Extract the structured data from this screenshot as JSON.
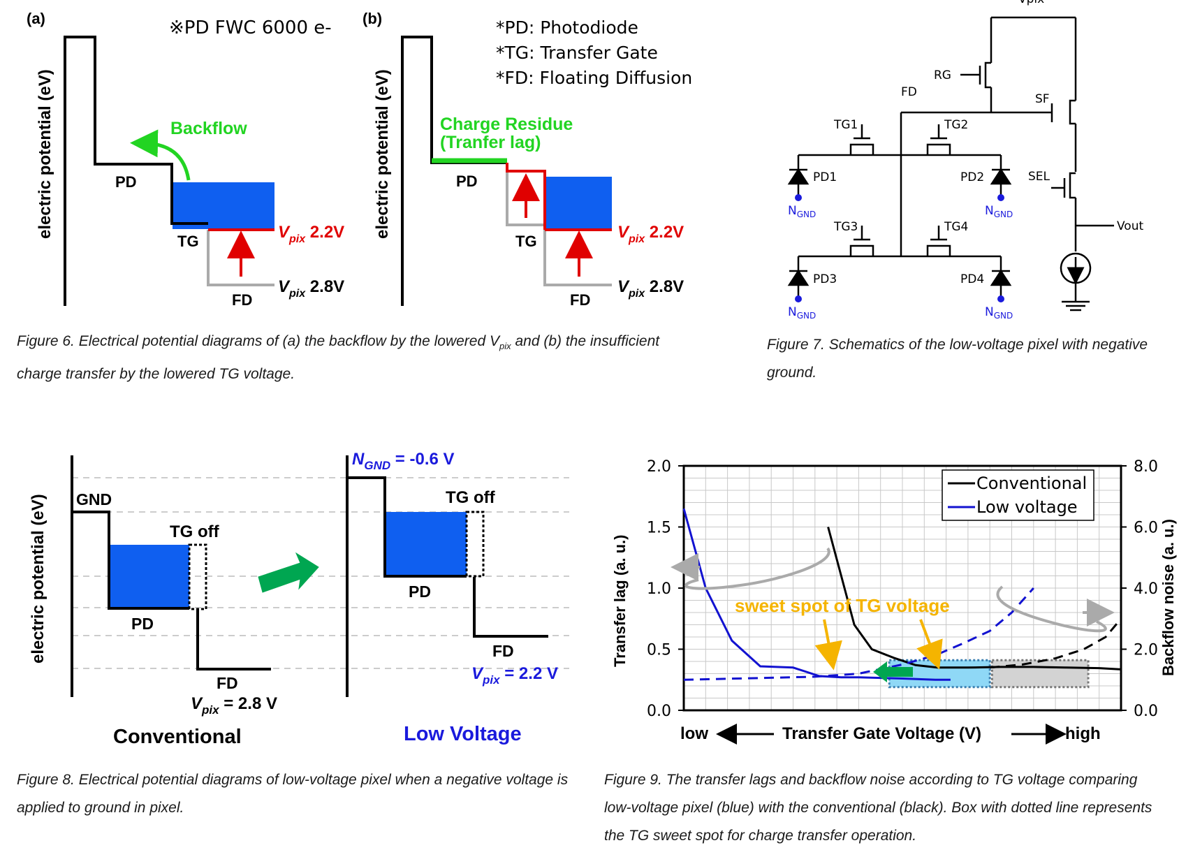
{
  "fig6": {
    "caption_pre": "Figure 6. Electrical potential diagrams of (a) the backflow by the lowered V",
    "caption_sub": "pix",
    "caption_post": " and (b) the insufficient charge transfer by the lowered TG voltage.",
    "panel_a": {
      "tag": "(a)",
      "ylabel": "electric potential (eV)",
      "note": "※PD FWC 6000 e-",
      "backflow": "Backflow",
      "pd": "PD",
      "tg": "TG",
      "fd": "FD",
      "v_low_sym": "V",
      "v_low_sub": "pix",
      "v_low_val": " 2.2V",
      "v_high_sym": "V",
      "v_high_sub": "pix",
      "v_high_val": " 2.8V"
    },
    "panel_b": {
      "tag": "(b)",
      "ylabel": "electric potential (eV)",
      "legend": [
        "*PD: Photodiode",
        "*TG: Transfer Gate",
        "*FD: Floating Diffusion"
      ],
      "residue_1": "Charge Residue",
      "residue_2": "(Tranfer lag)",
      "pd": "PD",
      "tg": "TG",
      "fd": "FD",
      "v_low_sym": "V",
      "v_low_sub": "pix",
      "v_low_val": " 2.2V",
      "v_high_sym": "V",
      "v_high_sub": "pix",
      "v_high_val": " 2.8V"
    }
  },
  "fig7": {
    "caption": "Figure 7. Schematics of the low-voltage pixel with negative ground.",
    "vpix": "Vpix",
    "rg": "RG",
    "fd": "FD",
    "sf": "SF",
    "sel": "SEL",
    "vout": "Vout",
    "tg1": "TG1",
    "tg2": "TG2",
    "tg3": "TG3",
    "tg4": "TG4",
    "pd1": "PD1",
    "pd2": "PD2",
    "pd3": "PD3",
    "pd4": "PD4",
    "ngnd_n": "N",
    "ngnd_sub": "GND"
  },
  "fig8": {
    "caption": "Figure 8. Electrical potential diagrams of low-voltage pixel when a negative voltage is applied to ground in pixel.",
    "ylabel": "electric potential (eV)",
    "conventional": {
      "title": "Conventional",
      "gnd": "GND",
      "tg_off": "TG off",
      "pd": "PD",
      "fd": "FD",
      "v_sym": "V",
      "v_sub": "pix",
      "v_val": " = 2.8 V"
    },
    "low_voltage": {
      "title": "Low Voltage",
      "n_sym": "N",
      "n_sub": "GND",
      "n_val": " = -0.6 V",
      "tg_off": "TG off",
      "pd": "PD",
      "fd": "FD",
      "v_sym": "V",
      "v_sub": "pix",
      "v_val": " = 2.2 V"
    },
    "colors": {
      "charge": "#0f5ff0",
      "arrow": "#00a651",
      "low_voltage_text": "#1a1adc"
    }
  },
  "fig9": {
    "caption": "Figure 9. The transfer lags and backflow noise according to TG voltage comparing low-voltage pixel (blue) with the conventional (black). Box with dotted line represents the TG sweet spot for charge transfer operation.",
    "annotation": "sweet spot of TG voltage",
    "x_low": "low",
    "x_high": "high",
    "colors": {
      "conventional": "#000000",
      "low_voltage": "#1212d0",
      "sweet_spot_low": "#8fd8f6",
      "sweet_spot_conv": "#d3d3d3",
      "annotation": "#f5b400"
    }
  },
  "chart_data": {
    "type": "line",
    "title": "",
    "xlabel": "Transfer Gate Voltage (V)",
    "ylabel": "Transfer lag (a. u.)",
    "y2label": "Backflow noise (a. u.)",
    "ylim": [
      0,
      2.0
    ],
    "y2lim": [
      0,
      8.0
    ],
    "yticks": [
      "0.0",
      "0.5",
      "1.0",
      "1.5",
      "2.0"
    ],
    "y2ticks": [
      "0.0",
      "2.0",
      "4.0",
      "6.0",
      "8.0"
    ],
    "xlim": [
      0,
      20
    ],
    "grid": true,
    "legend_position": "top-right",
    "legend": [
      "Conventional",
      "Low voltage"
    ],
    "series": [
      {
        "name": "Conventional",
        "axis": "left",
        "style": "solid",
        "color": "#000000",
        "x": [
          6.6,
          7.2,
          7.8,
          8.6,
          9.6,
          10.6,
          11.6,
          13.0,
          14.5,
          16.0,
          17.5,
          19.0,
          20.0
        ],
        "y": [
          1.5,
          1.1,
          0.7,
          0.5,
          0.43,
          0.37,
          0.35,
          0.35,
          0.355,
          0.355,
          0.35,
          0.345,
          0.335
        ]
      },
      {
        "name": "Conventional",
        "axis": "right",
        "style": "dashed",
        "color": "#000000",
        "x": [
          14.0,
          15.5,
          17.0,
          18.3,
          19.3,
          20.0
        ],
        "y": [
          1.4,
          1.5,
          1.7,
          2.0,
          2.4,
          3.0
        ]
      },
      {
        "name": "Low voltage",
        "axis": "left",
        "style": "solid",
        "color": "#1212d0",
        "x": [
          0.0,
          1.0,
          2.2,
          3.5,
          5.0,
          6.2,
          7.2,
          8.0,
          9.0,
          10.0,
          11.5,
          12.2
        ],
        "y": [
          1.65,
          1.0,
          0.57,
          0.36,
          0.35,
          0.28,
          0.27,
          0.27,
          0.265,
          0.26,
          0.25,
          0.25
        ]
      },
      {
        "name": "Low voltage",
        "axis": "right",
        "style": "dashed",
        "color": "#1212d0",
        "x": [
          0.0,
          3.0,
          6.0,
          8.0,
          10.0,
          11.5,
          12.8,
          14.0,
          15.0,
          16.0
        ],
        "y": [
          1.0,
          1.05,
          1.1,
          1.2,
          1.5,
          1.8,
          2.2,
          2.6,
          3.2,
          4.0
        ]
      }
    ],
    "sweet_spots": [
      {
        "label": "Low voltage",
        "x_range": [
          9.4,
          14.0
        ],
        "y_range": [
          0.19,
          0.41
        ]
      },
      {
        "label": "Conventional",
        "x_range": [
          14.1,
          18.5
        ],
        "y_range": [
          0.19,
          0.41
        ]
      }
    ]
  }
}
